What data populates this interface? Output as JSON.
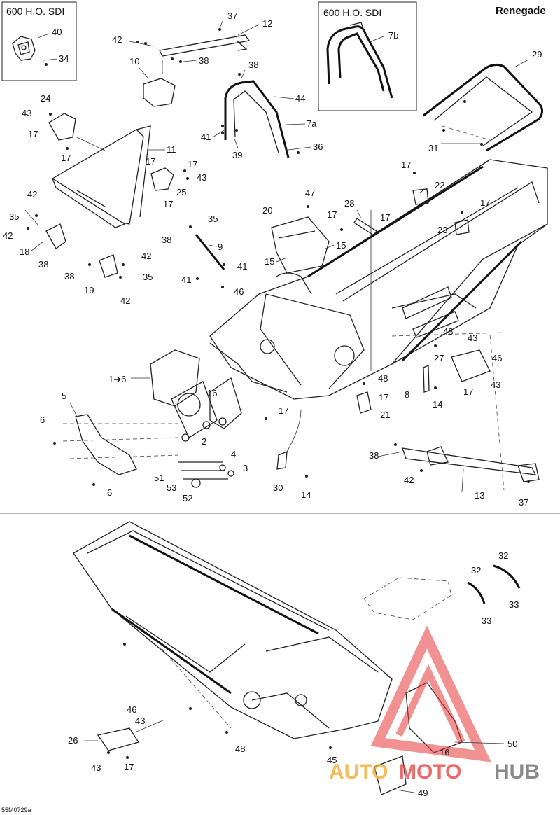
{
  "header": {
    "model": "Renegade"
  },
  "insets": [
    {
      "title": "600 H.O. SDI"
    },
    {
      "title": "600 H.O. SDI"
    }
  ],
  "callouts": {
    "c40": "40",
    "c34": "34",
    "c37a": "37",
    "c12": "12",
    "c42a": "42",
    "c38a": "38",
    "c10": "10",
    "c7b": "7b",
    "c29": "29",
    "c38b": "38",
    "c44": "44",
    "c7a": "7a",
    "c41a": "41",
    "c39": "39",
    "c36": "36",
    "c31": "31",
    "c24": "24",
    "c43a": "43",
    "c17a": "17",
    "c17b": "17",
    "c11": "11",
    "c17c": "17",
    "c43b": "43",
    "c25": "25",
    "c17d": "17",
    "c17e": "17",
    "c22": "22",
    "c47": "47",
    "c42b": "42",
    "c35a": "35",
    "c42c": "42",
    "c18": "18",
    "c38c": "38",
    "c35b": "35",
    "c38d": "38",
    "c9": "9",
    "c20": "20",
    "c28": "28",
    "c17f": "17",
    "c17g": "17",
    "c17h": "17",
    "c23": "23",
    "c15a": "15",
    "c15b": "15",
    "c41b": "41",
    "c41c": "41",
    "c46a": "46",
    "c42d": "42",
    "c38e": "38",
    "c19": "19",
    "c35c": "35",
    "c42e": "42",
    "c48a": "48",
    "c43c": "43",
    "c46b": "46",
    "c27": "27",
    "c43d": "43",
    "c17i": "17",
    "c1to6": "1➔6",
    "c16a": "16",
    "c48b": "48",
    "c8": "8",
    "c14a": "14",
    "c17j": "17",
    "c21": "21",
    "c17k": "17",
    "c5": "5",
    "c6a": "6",
    "c6b": "6",
    "c2": "2",
    "c4": "4",
    "c3": "3",
    "c51": "51",
    "c53": "53",
    "c52": "52",
    "c30": "30",
    "c14b": "14",
    "c38f": "38",
    "c42f": "42",
    "c13": "13",
    "c37b": "37",
    "c32a": "32",
    "c32b": "32",
    "c33a": "33",
    "c33b": "33",
    "c46c": "46",
    "c43e": "43",
    "c26": "26",
    "c43f": "43",
    "c17l": "17",
    "c48c": "48",
    "c45": "45",
    "c50": "50",
    "c16b": "16",
    "c49": "49"
  },
  "footer": {
    "drawing_code": "55M0729a"
  },
  "watermark": {
    "part1": "AUTO",
    "part2": "MOTO",
    "part3": "HUB",
    "color_red": "#e8393a",
    "color_orange": "#f4a623",
    "color_gray": "#6d6e70"
  }
}
